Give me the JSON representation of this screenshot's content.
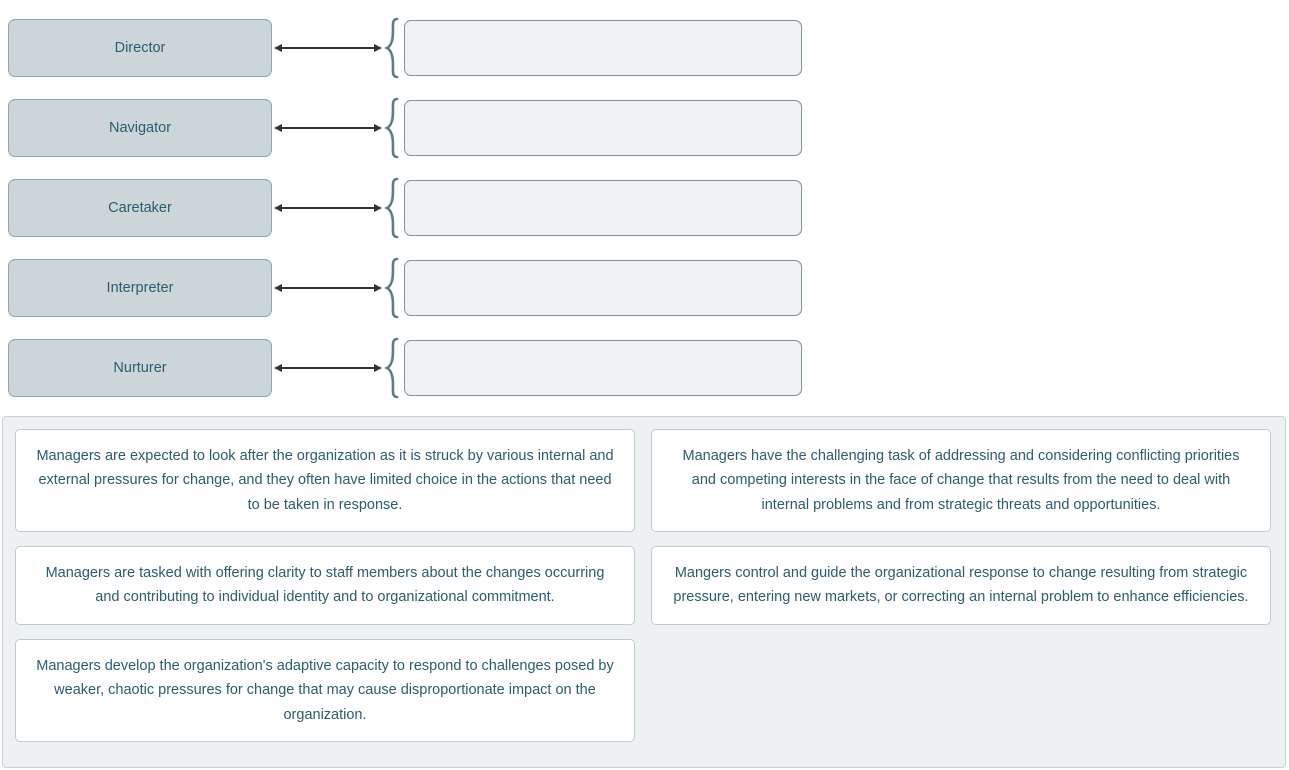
{
  "activity": {
    "type": "drag-and-drop-matching",
    "colors": {
      "term_fill": "#ccd6d9",
      "term_border": "#8fa6ac",
      "dropzone_fill": "#eef2f2",
      "dropzone_border": "#7e9399",
      "bank_fill": "#eef1f2",
      "card_fill": "#ffffff",
      "card_border": "#bccdd2",
      "text": "#2c5c6e",
      "arrow": "#333333",
      "brace": "#5d7c85"
    }
  },
  "match_rows": [
    {
      "term": "Director",
      "dropzone_value": "",
      "arrow_icon": "double-arrow-icon",
      "brace_icon": "left-curly-brace-icon"
    },
    {
      "term": "Navigator",
      "dropzone_value": "",
      "arrow_icon": "double-arrow-icon",
      "brace_icon": "left-curly-brace-icon"
    },
    {
      "term": "Caretaker",
      "dropzone_value": "",
      "arrow_icon": "double-arrow-icon",
      "brace_icon": "left-curly-brace-icon"
    },
    {
      "term": "Interpreter",
      "dropzone_value": "",
      "arrow_icon": "double-arrow-icon",
      "brace_icon": "left-curly-brace-icon"
    },
    {
      "term": "Nurturer",
      "dropzone_value": "",
      "arrow_icon": "double-arrow-icon",
      "brace_icon": "left-curly-brace-icon"
    }
  ],
  "answer_bank": {
    "cards": [
      {
        "text": "Managers are expected to look after the organization as it is struck by various internal and external pressures for change, and they often have limited choice in the actions that need to be taken in response."
      },
      {
        "text": "Managers have the challenging task of addressing and considering conflicting priorities and competing interests in the face of change that results from the need to deal with internal problems and from strategic threats and opportunities."
      },
      {
        "text": "Managers are tasked with offering clarity to staff members about the changes occurring and contributing to individual identity and to organizational commitment."
      },
      {
        "text": "Mangers control and guide the organizational response to change resulting from strategic pressure, entering new markets, or correcting an internal problem to enhance efficiencies."
      },
      {
        "text": "Managers develop the organization's adaptive capacity to respond to challenges posed by weaker, chaotic pressures for change that may cause disproportionate impact on the organization."
      }
    ]
  }
}
